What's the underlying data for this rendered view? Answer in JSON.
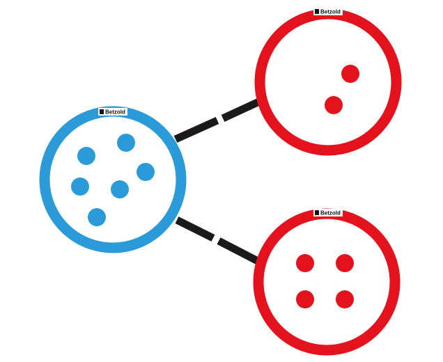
{
  "brand": {
    "label": "Betzold"
  },
  "colors": {
    "whole_ring": "#2a9bd8",
    "part_ring": "#e3121d",
    "connector": "#1a1a1a",
    "background": "#ffffff"
  },
  "whole": {
    "color_name": "blue",
    "dot_count": 6
  },
  "parts": [
    {
      "color_name": "red",
      "dot_count": 2
    },
    {
      "color_name": "red",
      "dot_count": 4
    }
  ]
}
